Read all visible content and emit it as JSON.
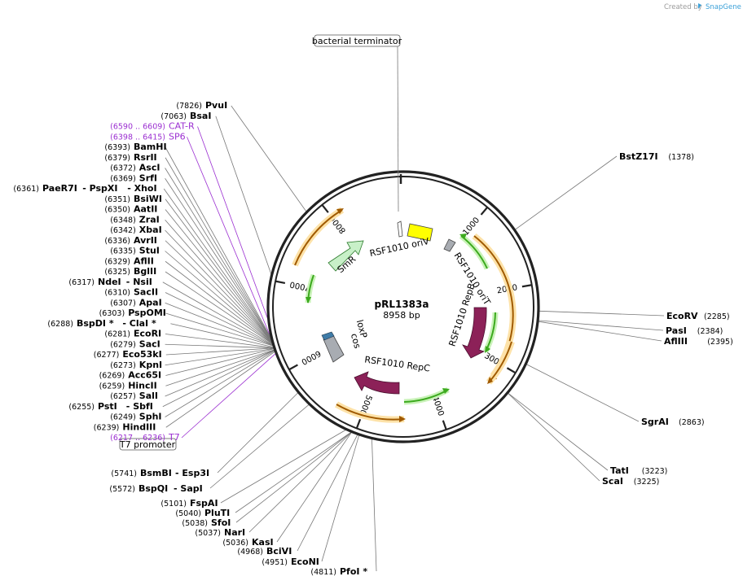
{
  "credit": {
    "prefix": "Created by",
    "brand": "SnapGene"
  },
  "plasmid": {
    "name": "pRL1383a",
    "size_label": "8958 bp",
    "length": 8958
  },
  "ticks": [
    {
      "pos": 1000,
      "label": "1000"
    },
    {
      "pos": 2000,
      "label": "2000"
    },
    {
      "pos": 3000,
      "label": "3000"
    },
    {
      "pos": 4000,
      "label": "4000"
    },
    {
      "pos": 5000,
      "label": "5000"
    },
    {
      "pos": 6000,
      "label": "6000"
    },
    {
      "pos": 7000,
      "label": "7000"
    },
    {
      "pos": 8000,
      "label": "8000"
    }
  ],
  "boxed_labels": {
    "terminator": "bacterial terminator",
    "t7promoter": "T7 promoter"
  },
  "inner_labels": {
    "oriv": "RSF1010 oriV",
    "orit": "RSF1010 oriT",
    "repb": "RSF1010 RepB",
    "repc": "RSF1010 RepC",
    "smr": "SmR",
    "loxp": "loxP",
    "cos": "cos"
  },
  "right_sites": [
    {
      "name": "BstZ17I",
      "coord": "(1378)"
    },
    {
      "name": "EcoRV",
      "coord": "(2285)"
    },
    {
      "name": "PasI",
      "coord": "(2384)"
    },
    {
      "name": "AflIII",
      "coord": "(2395)"
    },
    {
      "name": "SgrAI",
      "coord": "(2863)"
    },
    {
      "name": "TatI",
      "coord": "(3223)"
    },
    {
      "name": "ScaI",
      "coord": "(3225)"
    }
  ],
  "left_sites": [
    {
      "coord": "(7826)",
      "name": "PvuI"
    },
    {
      "coord": "(7063)",
      "name": "BsaI"
    },
    {
      "coord": "(6590 .. 6609)",
      "name": "CAT-R",
      "feature": true
    },
    {
      "coord": "(6398 .. 6415)",
      "name": "SP6",
      "feature": true
    },
    {
      "coord": "(6393)",
      "name": "BamHI"
    },
    {
      "coord": "(6379)",
      "name": "RsrII"
    },
    {
      "coord": "(6372)",
      "name": "AscI"
    },
    {
      "coord": "(6369)",
      "name": "SrfI"
    },
    {
      "coord": "(6361)",
      "name": "PaeR7I",
      "extra": "- PspXI",
      "extra2": "- XhoI"
    },
    {
      "coord": "(6351)",
      "name": "BsiWI"
    },
    {
      "coord": "(6350)",
      "name": "AatII"
    },
    {
      "coord": "(6348)",
      "name": "ZraI"
    },
    {
      "coord": "(6342)",
      "name": "XbaI"
    },
    {
      "coord": "(6336)",
      "name": "AvrII"
    },
    {
      "coord": "(6335)",
      "name": "StuI"
    },
    {
      "coord": "(6329)",
      "name": "AflII"
    },
    {
      "coord": "(6325)",
      "name": "BglII"
    },
    {
      "coord": "(6317)",
      "name": "NdeI",
      "extra": "- NsiI"
    },
    {
      "coord": "(6310)",
      "name": "SacII"
    },
    {
      "coord": "(6307)",
      "name": "ApaI"
    },
    {
      "coord": "(6303)",
      "name": "PspOMI"
    },
    {
      "coord": "(6288)",
      "name": "BspDI *",
      "extra": "- ClaI *"
    },
    {
      "coord": "(6281)",
      "name": "EcoRI"
    },
    {
      "coord": "(6279)",
      "name": "SacI"
    },
    {
      "coord": "(6277)",
      "name": "Eco53kI"
    },
    {
      "coord": "(6273)",
      "name": "KpnI"
    },
    {
      "coord": "(6269)",
      "name": "Acc65I"
    },
    {
      "coord": "(6259)",
      "name": "HincII"
    },
    {
      "coord": "(6257)",
      "name": "SalI"
    },
    {
      "coord": "(6255)",
      "name": "PstI",
      "extra": "- SbfI"
    },
    {
      "coord": "(6249)",
      "name": "SphI"
    },
    {
      "coord": "(6239)",
      "name": "HindIII"
    },
    {
      "coord": "(6217 .. 6236)",
      "name": "T7",
      "feature": true
    }
  ],
  "bottom_sites": [
    {
      "coord": "(5741)",
      "name": "BsmBI",
      "extra": "- Esp3I"
    },
    {
      "coord": "(5572)",
      "name": "BspQI",
      "extra": "- SapI"
    },
    {
      "coord": "(5101)",
      "name": "FspAI"
    },
    {
      "coord": "(5040)",
      "name": "PluTI"
    },
    {
      "coord": "(5038)",
      "name": "SfoI"
    },
    {
      "coord": "(5037)",
      "name": "NarI"
    },
    {
      "coord": "(5036)",
      "name": "KasI"
    },
    {
      "coord": "(4968)",
      "name": "BciVI"
    },
    {
      "coord": "(4951)",
      "name": "EcoNI"
    },
    {
      "coord": "(4811)",
      "name": "PfoI *"
    }
  ],
  "colors": {
    "backbone": "#222222",
    "primer": "#f0a830",
    "primer_arrow": "#a05a00",
    "green": "#3caa1e",
    "repgene": "#8c2158",
    "smr": "#c8f0c8",
    "oriv": "#ffff00",
    "feature_purple": "#9b2fd1"
  }
}
